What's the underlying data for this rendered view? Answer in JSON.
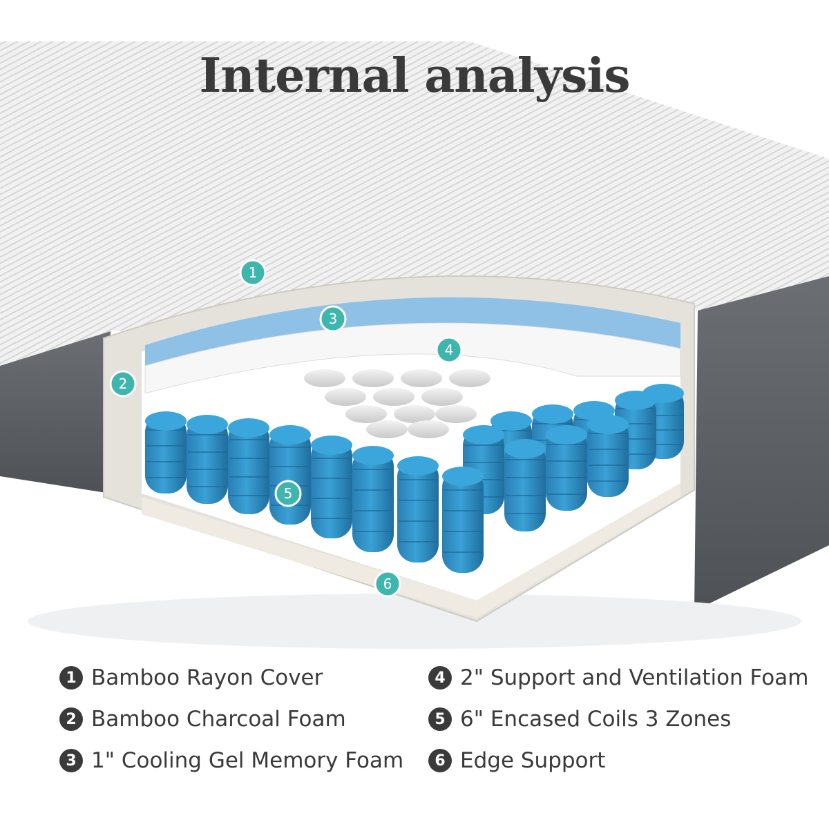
{
  "title": "Internal analysis",
  "colors": {
    "accent": "#3fb6ad",
    "coil_blue": "#2f8bc0",
    "gel_blue": "#8fc1e6",
    "cover_white": "#f2f2f2",
    "side_grey": "#5e6266",
    "text": "#3a3a3a"
  },
  "callouts": [
    "1",
    "2",
    "3",
    "4",
    "5",
    "6"
  ],
  "legend": {
    "left": [
      {
        "num": "1",
        "label": "Bamboo Rayon Cover"
      },
      {
        "num": "2",
        "label": "Bamboo Charcoal Foam"
      },
      {
        "num": "3",
        "label": "1\" Cooling Gel Memory Foam"
      }
    ],
    "right": [
      {
        "num": "4",
        "label": "2\" Support and Ventilation Foam"
      },
      {
        "num": "5",
        "label": "6\" Encased Coils 3 Zones"
      },
      {
        "num": "6",
        "label": "Edge Support"
      }
    ]
  }
}
